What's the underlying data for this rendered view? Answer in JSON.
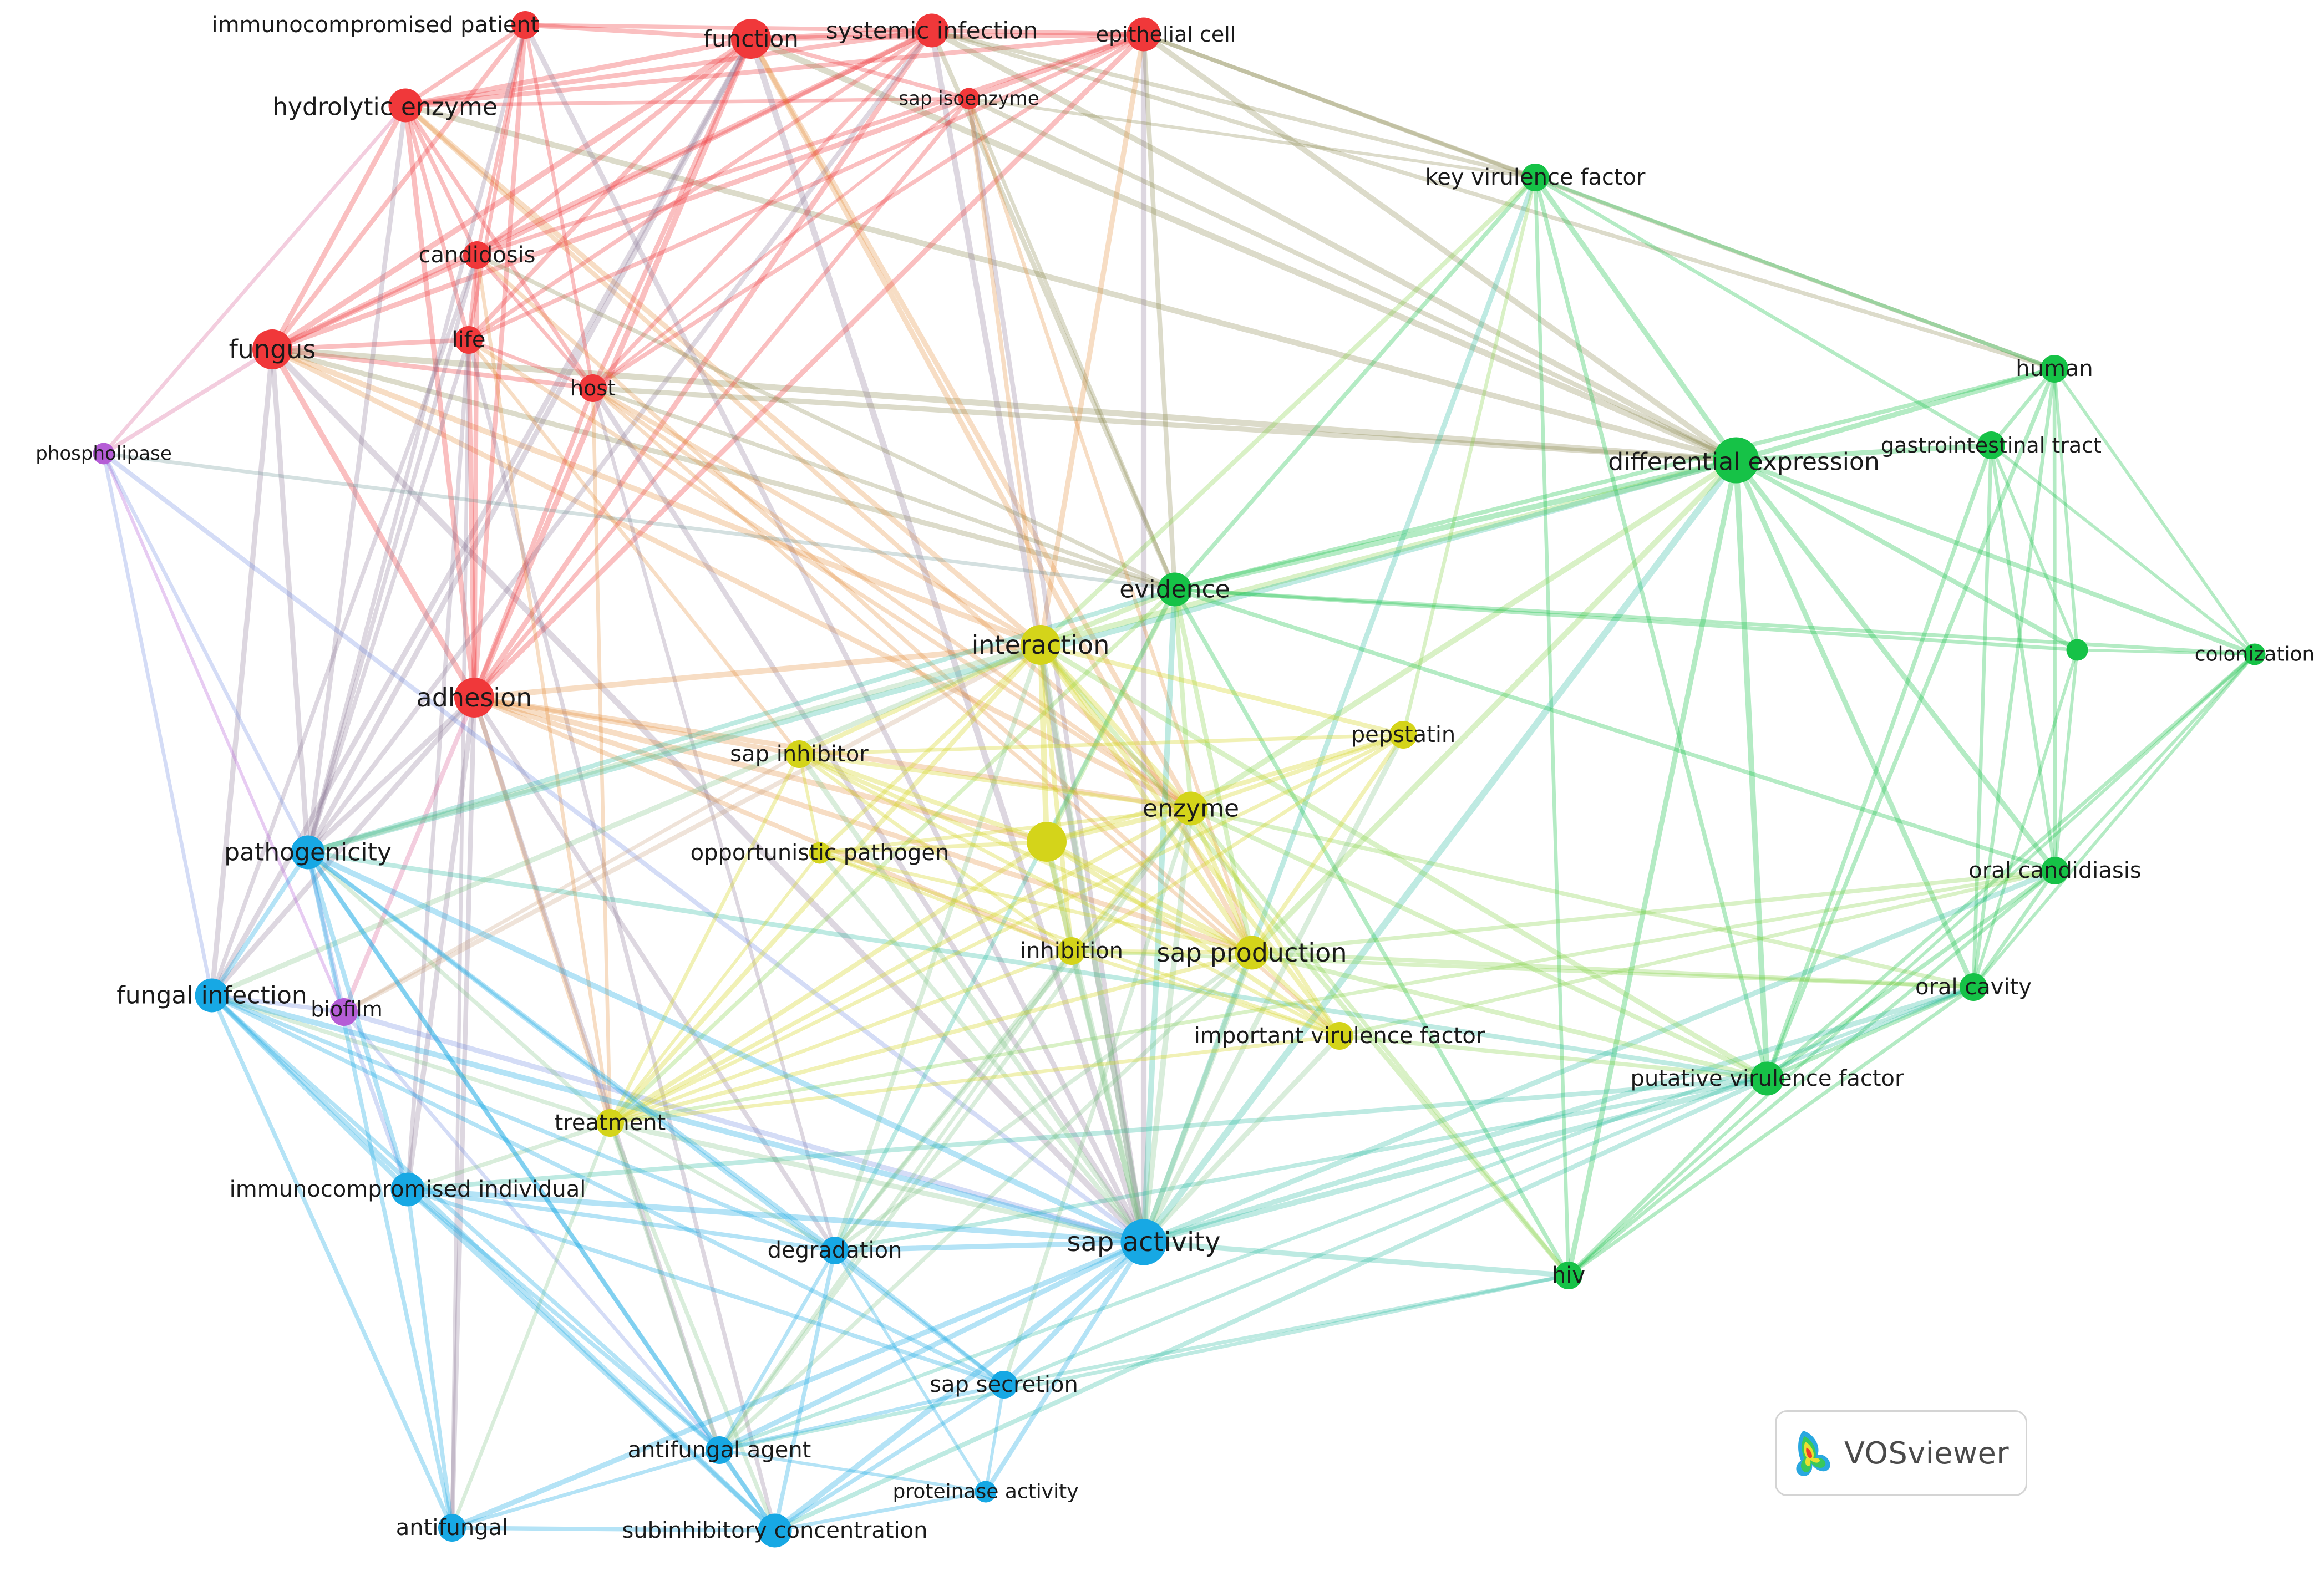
{
  "network": {
    "clusters": {
      "red": "#f0383a",
      "green": "#16c247",
      "blue": "#17a8e4",
      "yellow": "#d4d41a",
      "purple": "#b55dd6"
    },
    "nodes": [
      {
        "id": "immunocompromised_patient",
        "label": "immunocompromised patient",
        "cluster": "red",
        "weight": 2
      },
      {
        "id": "function",
        "label": "function",
        "cluster": "red",
        "weight": 4
      },
      {
        "id": "systemic_infection",
        "label": "systemic infection",
        "cluster": "red",
        "weight": 3
      },
      {
        "id": "epithelial_cell",
        "label": "epithelial cell",
        "cluster": "red",
        "weight": 3
      },
      {
        "id": "sap_isoenzyme",
        "label": "sap isoenzyme",
        "cluster": "red",
        "weight": 1
      },
      {
        "id": "hydrolytic_enzyme",
        "label": "hydrolytic enzyme",
        "cluster": "red",
        "weight": 3
      },
      {
        "id": "candidosis",
        "label": "candidosis",
        "cluster": "red",
        "weight": 2
      },
      {
        "id": "fungus",
        "label": "fungus",
        "cluster": "red",
        "weight": 4
      },
      {
        "id": "life",
        "label": "life",
        "cluster": "red",
        "weight": 2
      },
      {
        "id": "host",
        "label": "host",
        "cluster": "red",
        "weight": 2
      },
      {
        "id": "adhesion",
        "label": "adhesion",
        "cluster": "red",
        "weight": 4
      },
      {
        "id": "phospholipase",
        "label": "phospholipase",
        "cluster": "purple",
        "weight": 1
      },
      {
        "id": "biofilm",
        "label": "biofilm",
        "cluster": "purple",
        "weight": 2
      },
      {
        "id": "key_virulence_factor",
        "label": "key virulence factor",
        "cluster": "green",
        "weight": 2
      },
      {
        "id": "human",
        "label": "human",
        "cluster": "green",
        "weight": 2
      },
      {
        "id": "differential_expression",
        "label": "differential expression",
        "cluster": "green",
        "weight": 5
      },
      {
        "id": "gastrointestinal_tract",
        "label": "gastrointestinal tract",
        "cluster": "green",
        "weight": 2
      },
      {
        "id": "evidence",
        "label": "evidence",
        "cluster": "green",
        "weight": 3
      },
      {
        "id": "unlabeled_green",
        "label": "",
        "cluster": "green",
        "weight": 1
      },
      {
        "id": "colonization",
        "label": "colonization",
        "cluster": "green",
        "weight": 1
      },
      {
        "id": "oral_candidiasis",
        "label": "oral candidiasis",
        "cluster": "green",
        "weight": 2
      },
      {
        "id": "oral_cavity",
        "label": "oral cavity",
        "cluster": "green",
        "weight": 2
      },
      {
        "id": "putative_virulence_factor",
        "label": "putative virulence factor",
        "cluster": "green",
        "weight": 3
      },
      {
        "id": "hiv",
        "label": "hiv",
        "cluster": "green",
        "weight": 2
      },
      {
        "id": "interaction",
        "label": "interaction",
        "cluster": "yellow",
        "weight": 4
      },
      {
        "id": "pepstatin",
        "label": "pepstatin",
        "cluster": "yellow",
        "weight": 2
      },
      {
        "id": "sap_inhibitor",
        "label": "sap inhibitor",
        "cluster": "yellow",
        "weight": 2
      },
      {
        "id": "enzyme",
        "label": "enzyme",
        "cluster": "yellow",
        "weight": 3
      },
      {
        "id": "unlabeled_yellow",
        "label": "",
        "cluster": "yellow",
        "weight": 4
      },
      {
        "id": "opportunistic_pathogen",
        "label": "opportunistic pathogen",
        "cluster": "yellow",
        "weight": 1
      },
      {
        "id": "inhibition",
        "label": "inhibition",
        "cluster": "yellow",
        "weight": 2
      },
      {
        "id": "sap_production",
        "label": "sap production",
        "cluster": "yellow",
        "weight": 3
      },
      {
        "id": "important_virulence_factor",
        "label": "important virulence factor",
        "cluster": "yellow",
        "weight": 2
      },
      {
        "id": "treatment",
        "label": "treatment",
        "cluster": "yellow",
        "weight": 2
      },
      {
        "id": "pathogenicity",
        "label": "pathogenicity",
        "cluster": "blue",
        "weight": 3
      },
      {
        "id": "fungal_infection",
        "label": "fungal infection",
        "cluster": "blue",
        "weight": 3
      },
      {
        "id": "immunocompromised_individual",
        "label": "immunocompromised individual",
        "cluster": "blue",
        "weight": 3
      },
      {
        "id": "degradation",
        "label": "degradation",
        "cluster": "blue",
        "weight": 2
      },
      {
        "id": "sap_activity",
        "label": "sap activity",
        "cluster": "blue",
        "weight": 5
      },
      {
        "id": "sap_secretion",
        "label": "sap secretion",
        "cluster": "blue",
        "weight": 2
      },
      {
        "id": "antifungal_agent",
        "label": "antifungal agent",
        "cluster": "blue",
        "weight": 2
      },
      {
        "id": "proteinase_activity",
        "label": "proteinase activity",
        "cluster": "blue",
        "weight": 1
      },
      {
        "id": "antifungal",
        "label": "antifungal",
        "cluster": "blue",
        "weight": 2
      },
      {
        "id": "subinhibitory_concentration",
        "label": "subinhibitory concentration",
        "cluster": "blue",
        "weight": 3
      }
    ]
  },
  "branding": {
    "logo_name": "vosviewer-logo-icon",
    "text": "VOSviewer"
  }
}
